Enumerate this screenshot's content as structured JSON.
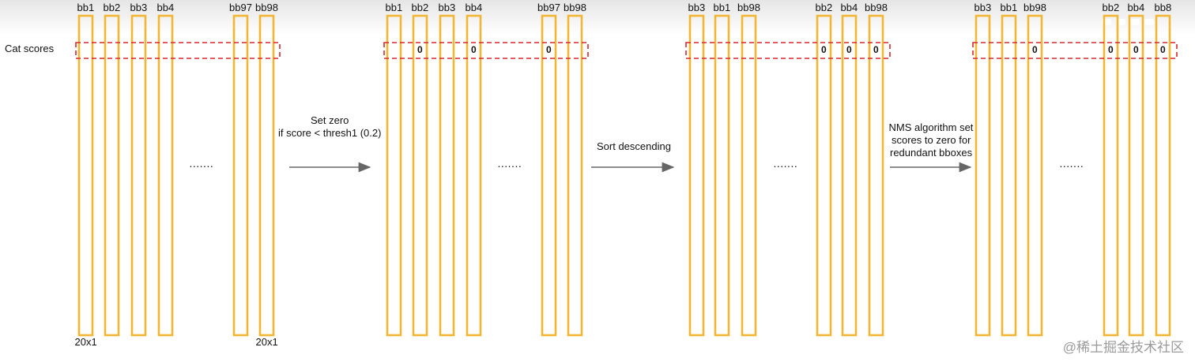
{
  "row_label": "Cat scores",
  "stages": [
    {
      "columns": [
        "bb1",
        "bb2",
        "bb3",
        "bb4",
        "bb97",
        "bb98"
      ],
      "zeros": [
        "",
        "",
        "",
        "",
        "",
        ""
      ],
      "ellipsis": ".......",
      "dims": [
        "20x1",
        "",
        "",
        "",
        "",
        "20x1"
      ]
    },
    {
      "columns": [
        "bb1",
        "bb2",
        "bb3",
        "bb4",
        "bb97",
        "bb98"
      ],
      "zeros": [
        "",
        "0",
        "",
        "0",
        "0",
        ""
      ],
      "ellipsis": ".......",
      "dims": [
        "",
        "",
        "",
        "",
        "",
        ""
      ]
    },
    {
      "columns": [
        "bb3",
        "bb1",
        "bb98",
        "bb2",
        "bb4",
        "bb98"
      ],
      "zeros": [
        "",
        "",
        "",
        "0",
        "0",
        "0"
      ],
      "ellipsis": ".......",
      "dims": [
        "",
        "",
        "",
        "",
        "",
        ""
      ]
    },
    {
      "columns": [
        "bb3",
        "bb1",
        "bb98",
        "bb2",
        "bb4",
        "bb8"
      ],
      "zeros": [
        "",
        "",
        "0",
        "0",
        "0",
        "0"
      ],
      "ellipsis": ".......",
      "dims": [
        "",
        "",
        "",
        "",
        "",
        ""
      ]
    }
  ],
  "arrows": [
    {
      "lines": [
        "Set zero",
        "if score < thresh1 (0.2)"
      ]
    },
    {
      "lines": [
        "Sort descending"
      ]
    },
    {
      "lines": [
        "NMS algorithm set",
        "scores to zero for",
        "redundant bboxes"
      ]
    }
  ],
  "colors": {
    "bar": "#f2b632",
    "highlight": "#d9262e",
    "arrow": "#666666"
  },
  "watermark": "@稀土掘金技术社区"
}
